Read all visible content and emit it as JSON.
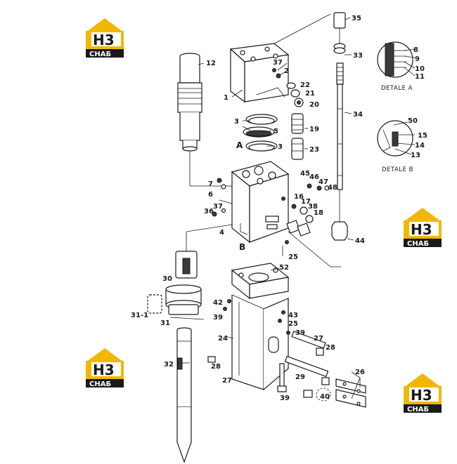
{
  "brand": {
    "mark": "H3",
    "name": "СНАБ",
    "colors": {
      "yellow": "#f2b705",
      "black": "#1a1a1a",
      "white": "#ffffff"
    }
  },
  "callouts": {
    "n1": "1",
    "n2": "2",
    "n3a": "3",
    "n3b": "3",
    "n4": "4",
    "n5": "5",
    "n6": "6",
    "n7": "7",
    "n8": "8",
    "n9": "9",
    "n10": "10",
    "n11": "11",
    "n12": "12",
    "n13": "13",
    "n14": "14",
    "n15": "15",
    "n16": "16",
    "n17": "17",
    "n18": "18",
    "n19": "19",
    "n20": "20",
    "n21": "21",
    "n22": "22",
    "n23": "23",
    "n24": "24",
    "n25a": "25",
    "n25b": "25",
    "n26": "26",
    "n27a": "27",
    "n27b": "27",
    "n28a": "28",
    "n28b": "28",
    "n29": "29",
    "n30": "30",
    "n31": "31",
    "n31_1": "31-1",
    "n32": "32",
    "n33": "33",
    "n34": "34",
    "n35": "35",
    "n36": "36",
    "n37a": "37",
    "n37b": "37",
    "n38": "38",
    "n39a": "39",
    "n39b": "39",
    "n39c": "39",
    "n40": "40",
    "n42": "42",
    "n43": "43",
    "n44": "44",
    "n45": "45",
    "n46": "46",
    "n47": "47",
    "n48": "48",
    "n50": "50",
    "n52": "52",
    "viewA": "A",
    "viewB": "B"
  },
  "details": {
    "a": "DETALE  A",
    "b": "DETALE  B"
  }
}
